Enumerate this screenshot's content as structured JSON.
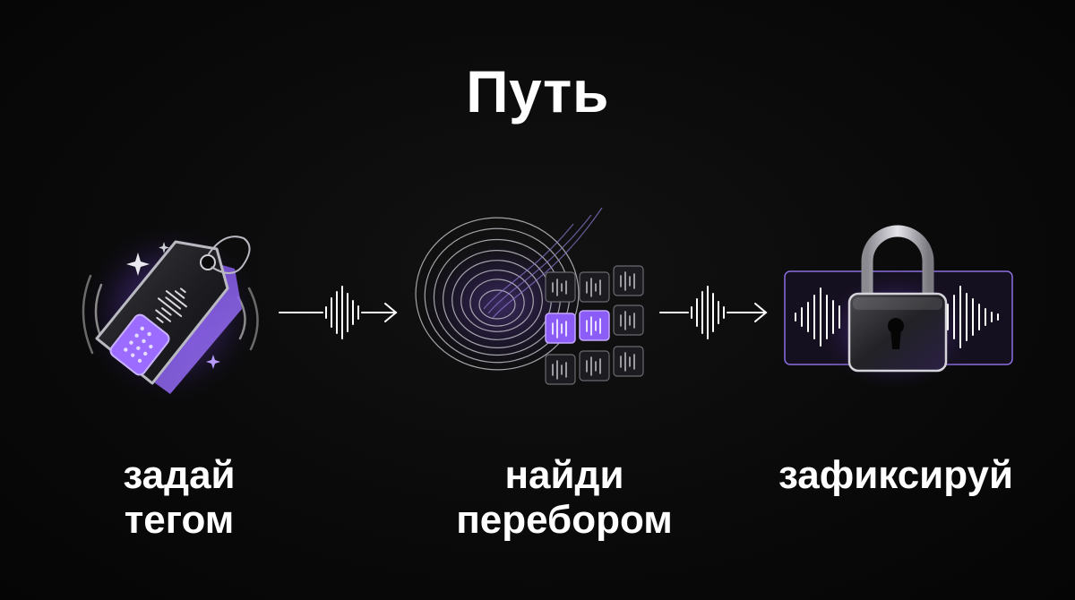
{
  "title": "Путь",
  "steps": [
    {
      "line1": "задай",
      "line2": "тегом",
      "icon": "tag-icon"
    },
    {
      "line1": "найди",
      "line2": "перебором",
      "icon": "waveform-search-icon"
    },
    {
      "line1": "зафиксируй",
      "line2": "",
      "icon": "padlock-icon"
    }
  ],
  "colors": {
    "background": "#080808",
    "accent": "#8b5cf6",
    "text": "#ffffff"
  }
}
